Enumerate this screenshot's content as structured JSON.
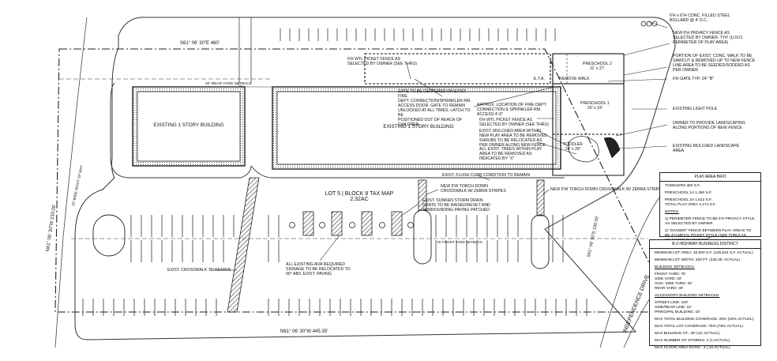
{
  "bearings": {
    "top": "S61° 06' 30\"E   460'",
    "left": "N61° 06' 30\"W   230.00'",
    "right": "S61° 06' 30\"E   230.00'",
    "bottom": "N61° 06' 30\"W   445.35'"
  },
  "streets": {
    "right": "INDEPENDENCE DRIVE",
    "left": "20' WIDE RIGHT OF WAY"
  },
  "buildings": {
    "left": "EXISTING 1 STORY BUILDING",
    "right": "EXISTING 1 STORY BUILDING"
  },
  "lot": {
    "line1": "LOT 5 | BLOCK 8 TAX MAP",
    "line2": "2.32AC"
  },
  "setbacks": {
    "rear": "30' REAR YARD SETBACK",
    "front": "75' FRONT YARD SETBACK"
  },
  "notes": {
    "gate": "GATE TO BE CENTERED ON EXIST. FIRE\nDEPT. CONNECTION/SPRINKLER RM.\nACCESS DOOR. GATE TO REMAIN\nUNLOCKED AT ALL TIMES. LATCH TO BE\nPOSITIONED OUT OF REACH OF\nCHILDREN.",
    "picket_top": "6'H WTL PICKET FENCE AS\nSELECTED BY OWNER (SEE THRU)",
    "fire_dept": "APPROX. LOCATION OF FIRE DEPT.\nCONNECTION & SPRINKLER RM.\nACCESS 4'-0\"",
    "picket_mid": "6'H WTL PICKET FENCE AS\nSELECTED BY OWNER (SEE THRU)",
    "mulched": "EXIST. MULCHED AREA WITHIN\nNEW PLAY AREA TO BE REMOVED.\nSHRUBS TO BE RELOCATED AS\nPER OWNER ALONG NEW FENCE",
    "trees": "ALL EXIST. TREES WITHIN PLAY\nAREA TO BE REMOVED AS\nINDICATED BY \"X\"",
    "curb": "EXIST. FLUSH CURB CONDITION TO REMAIN",
    "crosswalk_new1": "NEW 5'W TORCH DOWN\nCROSSWALK W/ ZEBRA STRIPES",
    "crosswalk_new2": "NEW 5'W TORCH DOWN CROSSWALK W/ ZEBRA STRIPES",
    "storm": "EXIST. SUNKEN STORM DRAIN\nGRATE TO BE RAISED/RESET AND\nSURROUNDING PAVING PATCHED",
    "ada": "ALL EXISTING ADA REQUIRED\nSIGNAGE TO BE RELOCATED TO\n90° ABV. EXIST. PAVING",
    "crosswalk_exist": "EXIST. CROSSWALK TO REMAIN",
    "bollard": "6'H x 6\"H CONC. FILLED STEEL\nBOLLARD @ 4' O.C.",
    "privacy": "NEW 6'H PRIVACY FENCE AS\nSELECTED BY OWNER. TYP. (U.N.O.\nPERIMETER OF PLAY AREA)",
    "portion_curb": "PORTION OF EXIST. CONC. WALK TO BE\nSAWCUT & REMOVED UP TO NEW FENCE\nLINE AREA TO BE SEEDED/SODDED AS\nPER OWNER",
    "gate_typ": "6'H GATE TYP. OF \"B\"",
    "light": "EXISTING LIGHT POLE",
    "landscape_owner": "OWNER TO PROVIDE LANDSCAPING\nALONG PORTIONS OF NEW FENCE",
    "landscape_exist": "EXISTING MULCHED LANDSCAPE\nAREA",
    "remove_walk": "REMOVE WALK",
    "eta": "E.T.A."
  },
  "play_labels": {
    "preschool2": "PRESCHOOL 2\n11' x 27'",
    "preschool1": "PRESCHOOL 1\n20' x 24'",
    "toddler": "TODDLER\n24' x 28'"
  },
  "play_area_info": {
    "title": "PLAY AREA INFO",
    "rows": [
      {
        "text": "TODDLERS 450 S.F.",
        "u": false
      },
      {
        "text": "PRESCHOOL 1A 1,450 S.F.",
        "u": false
      },
      {
        "text": "PRESCHOOL 2A 1,612 S.F.\nTOTAL PLAY AREA 4,174 S.F.",
        "u": false
      },
      {
        "text": "NOTES:",
        "u": true
      },
      {
        "text": "1) PERIMETER FENCE TO BE 6'H PRIVACY STYLE\n   AS SELECTED BY OWNER",
        "u": false
      },
      {
        "text": "2) \"DIVIDER\" FENCE BETWEEN PLAY AREAS TO\n   BE 4'H METAL PICKET STYLE (SEE THRU) AS\n   SELECTED BY OWNER",
        "u": false
      }
    ]
  },
  "zoning_table": {
    "title": "B-2 HIGHWAY BUSINESS DISTRICT",
    "rows": [
      {
        "text": "MINIMUM LOT AREA: 40,000 S.F. (100,544 S.F. ACTUAL)",
        "u": false
      },
      {
        "text": "MINIMUM LOT WIDTH: 200 FT. (445.35' ACTUAL)",
        "u": false
      },
      {
        "text": "BUILDING SETBACKS:",
        "u": true
      },
      {
        "text": "FRONT YARD: 75'\nSIDE YARD: 20'\nAGG. SIDE YARD: 40'\nREAR YARD: 30'",
        "u": false
      },
      {
        "text": "ACCESSORY BUILDING SETBACKS:",
        "u": true
      },
      {
        "text": "STREET LINE: 100'\nSIDE/REAR LINE: 10'\nPRINCIPAL BUILDING: 10'",
        "u": false
      },
      {
        "text": "MAX TOTAL BUILDING COVERAGE: 25% (16% ACTUAL)",
        "u": false
      },
      {
        "text": "MAX TOTAL LOT COVERAGE: 75% (75% ACTUAL)",
        "u": false
      },
      {
        "text": "MAX BUILDING HT.: 35' (12' ACTUAL)",
        "u": false
      },
      {
        "text": "MAX NUMBER OF STORIES: 2 (1 ACTUAL)",
        "u": false
      },
      {
        "text": "MAX FLOOR AREA RATIO: .3 (.16 ACTUAL)",
        "u": false
      }
    ]
  }
}
